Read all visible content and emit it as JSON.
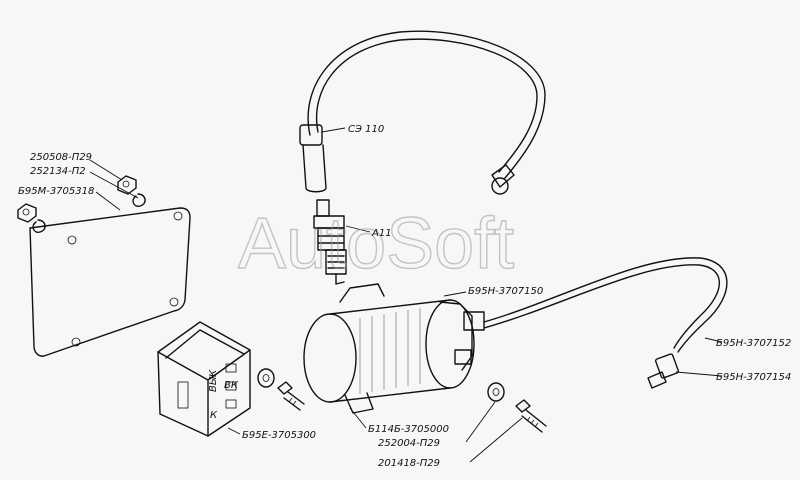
{
  "watermark": "AutoSoft",
  "parts": {
    "high_voltage_wire": "СЭ 110",
    "spark_plug": "А11",
    "ignition_coil": "Б114Б-3705000",
    "wire_coil_to_plug": "Б95Н-3707150",
    "wire_long": "Б95Н-3707152",
    "wire_tip": "Б95Н-3707154",
    "switch_unit": "Б95Е-3705300",
    "plate": "Б95М-3705318",
    "nut": "250508-П29",
    "washer_spring": "252134-П2",
    "washer_flat": "252004-П29",
    "bolt": "201418-П29"
  },
  "switch_markings": {
    "vyk": "ВЫК",
    "vk": "ВК",
    "k": "К"
  }
}
